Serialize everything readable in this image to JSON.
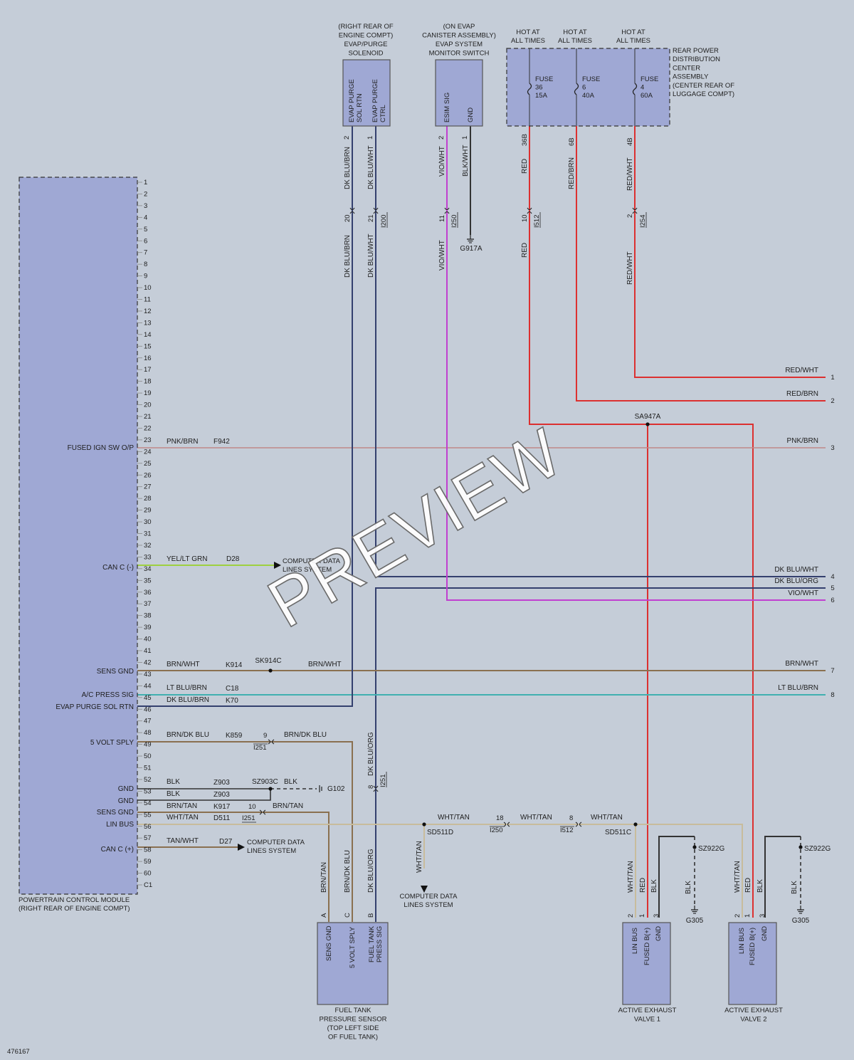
{
  "diagram_id": "476167",
  "watermark": "PREVIEW",
  "colors": {
    "background": "#c5cdd8",
    "component_fill": "#9fa8d4",
    "red": "#dc3030",
    "pink": "#c08888",
    "yel_lt_grn": "#9ed040",
    "brown": "#8a7050",
    "lt_blu_brn": "#40b0b0",
    "dk_blu": "#34406e",
    "vio": "#c040d0",
    "blk": "#333333",
    "wht_tan": "#c8bc9c"
  },
  "pcm": {
    "name": [
      "POWERTRAIN CONTROL MODULE",
      "(RIGHT REAR OF ENGINE COMPT)"
    ],
    "pins": [
      "1",
      "2",
      "3",
      "4",
      "5",
      "6",
      "7",
      "8",
      "9",
      "10",
      "11",
      "12",
      "13",
      "14",
      "15",
      "16",
      "17",
      "18",
      "19",
      "20",
      "21",
      "22",
      "23",
      "24",
      "25",
      "26",
      "27",
      "28",
      "29",
      "30",
      "31",
      "32",
      "33",
      "34",
      "35",
      "36",
      "37",
      "38",
      "39",
      "40",
      "41",
      "42",
      "43",
      "44",
      "45",
      "46",
      "47",
      "48",
      "49",
      "50",
      "51",
      "52",
      "53",
      "54",
      "55",
      "56",
      "57",
      "58",
      "59",
      "60",
      "C1"
    ],
    "signals": {
      "fused_ign": "FUSED IGN SW O/P",
      "can_c_minus": "CAN C (-)",
      "sens_gnd": "SENS GND",
      "ac_press": "A/C PRESS SIG",
      "evap_rtn": "EVAP PURGE SOL RTN",
      "five_volt": "5 VOLT SPLY",
      "gnd1": "GND",
      "gnd2": "GND",
      "sens_gnd2": "SENS GND",
      "lin_bus": "LIN BUS",
      "can_c_plus": "CAN C (+)"
    }
  },
  "evap_solenoid": {
    "loc": [
      "(RIGHT REAR OF",
      "ENGINE COMPT)",
      "EVAP/PURGE",
      "SOLENOID"
    ],
    "pin_a_name": [
      "EVAP PURGE",
      "SOL RTN"
    ],
    "pin_b_name": [
      "EVAP PURGE",
      "CTRL"
    ],
    "pin_a": "2",
    "pin_b": "1"
  },
  "esim": {
    "loc": [
      "(ON EVAP",
      "CANISTER ASSEMBLY)",
      "EVAP SYSTEM",
      "MONITOR SWITCH"
    ],
    "pin_a_name": "ESIM SIG",
    "pin_b_name": "GND",
    "pin_a": "2",
    "pin_b": "1"
  },
  "rpdc": {
    "hot": [
      "HOT AT",
      "ALL TIMES"
    ],
    "name": [
      "REAR POWER",
      "DISTRIBUTION",
      "CENTER",
      "ASSEMBLY",
      "(CENTER REAR OF",
      "LUGGAGE COMPT)"
    ],
    "fuses": [
      {
        "label": [
          "FUSE",
          "36",
          "15A"
        ],
        "pin": "36B"
      },
      {
        "label": [
          "FUSE",
          "6",
          "40A"
        ],
        "pin": "6B"
      },
      {
        "label": [
          "FUSE",
          "4",
          "60A"
        ],
        "pin": "4B"
      }
    ]
  },
  "wires": {
    "dk_blu_brn": "DK BLU/BRN",
    "dk_blu_wht": "DK BLU/WHT",
    "dk_blu_org": "DK BLU/ORG",
    "vio_wht": "VIO/WHT",
    "blk_wht": "BLK/WHT",
    "red": "RED",
    "red_brn": "RED/BRN",
    "red_wht": "RED/WHT",
    "pnk_brn": "PNK/BRN",
    "yel_lt_grn": "YEL/LT GRN",
    "brn_wht": "BRN/WHT",
    "lt_blu_brn": "LT BLU/BRN",
    "brn_dk_blu": "BRN/DK BLU",
    "blk": "BLK",
    "brn_tan": "BRN/TAN",
    "wht_tan": "WHT/TAN",
    "tan_wht": "TAN/WHT"
  },
  "circuits": {
    "f942": "F942",
    "d28": "D28",
    "k914": "K914",
    "c18": "C18",
    "k70": "K70",
    "k859": "K859",
    "z903a": "Z903",
    "z903b": "Z903",
    "k917": "K917",
    "d511": "D511",
    "d27": "D27"
  },
  "connectors": {
    "i200": "I200",
    "i250": "I250",
    "i512": "I512",
    "i254": "I254",
    "i251": "I251",
    "c20": "20",
    "c21": "21",
    "c11": "11",
    "c10": "10",
    "c2": "2",
    "c9": "9",
    "c10b": "10",
    "c8": "8",
    "c18": "18",
    "c8b": "8"
  },
  "splices": {
    "sa947a": "SA947A",
    "sk914c": "SK914C",
    "sz903c": "SZ903C",
    "sd511d": "SD511D",
    "sd511c": "SD511C",
    "sz922g_1": "SZ922G",
    "sz922g_2": "SZ922G"
  },
  "grounds": {
    "g917a": "G917A",
    "g102": "G102",
    "g305_1": "G305",
    "g305_2": "G305"
  },
  "computer_data": [
    "COMPUTER DATA",
    "LINES SYSTEM"
  ],
  "outputs": [
    "1",
    "2",
    "3",
    "4",
    "5",
    "6",
    "7",
    "8"
  ],
  "fuel_tank": {
    "name": [
      "FUEL TANK",
      "PRESSURE SENSOR",
      "(TOP LEFT SIDE",
      "OF FUEL TANK)"
    ],
    "pin_names": {
      "a": "SENS GND",
      "c": "5 VOLT SPLY",
      "b": [
        "FUEL TANK",
        "PRESS SIG"
      ]
    },
    "pins": {
      "a": "A",
      "c": "C",
      "b": "B"
    }
  },
  "valve1": {
    "name": [
      "ACTIVE EXHAUST",
      "VALVE 1"
    ],
    "pin_names": [
      "LIN BUS",
      "FUSED B(+)",
      "GND"
    ],
    "pins": [
      "2",
      "1",
      "3"
    ]
  },
  "valve2": {
    "name": [
      "ACTIVE EXHAUST",
      "VALVE 2"
    ],
    "pin_names": [
      "LIN BUS",
      "FUSED B(+)",
      "GND"
    ],
    "pins": [
      "2",
      "1",
      "3"
    ]
  }
}
